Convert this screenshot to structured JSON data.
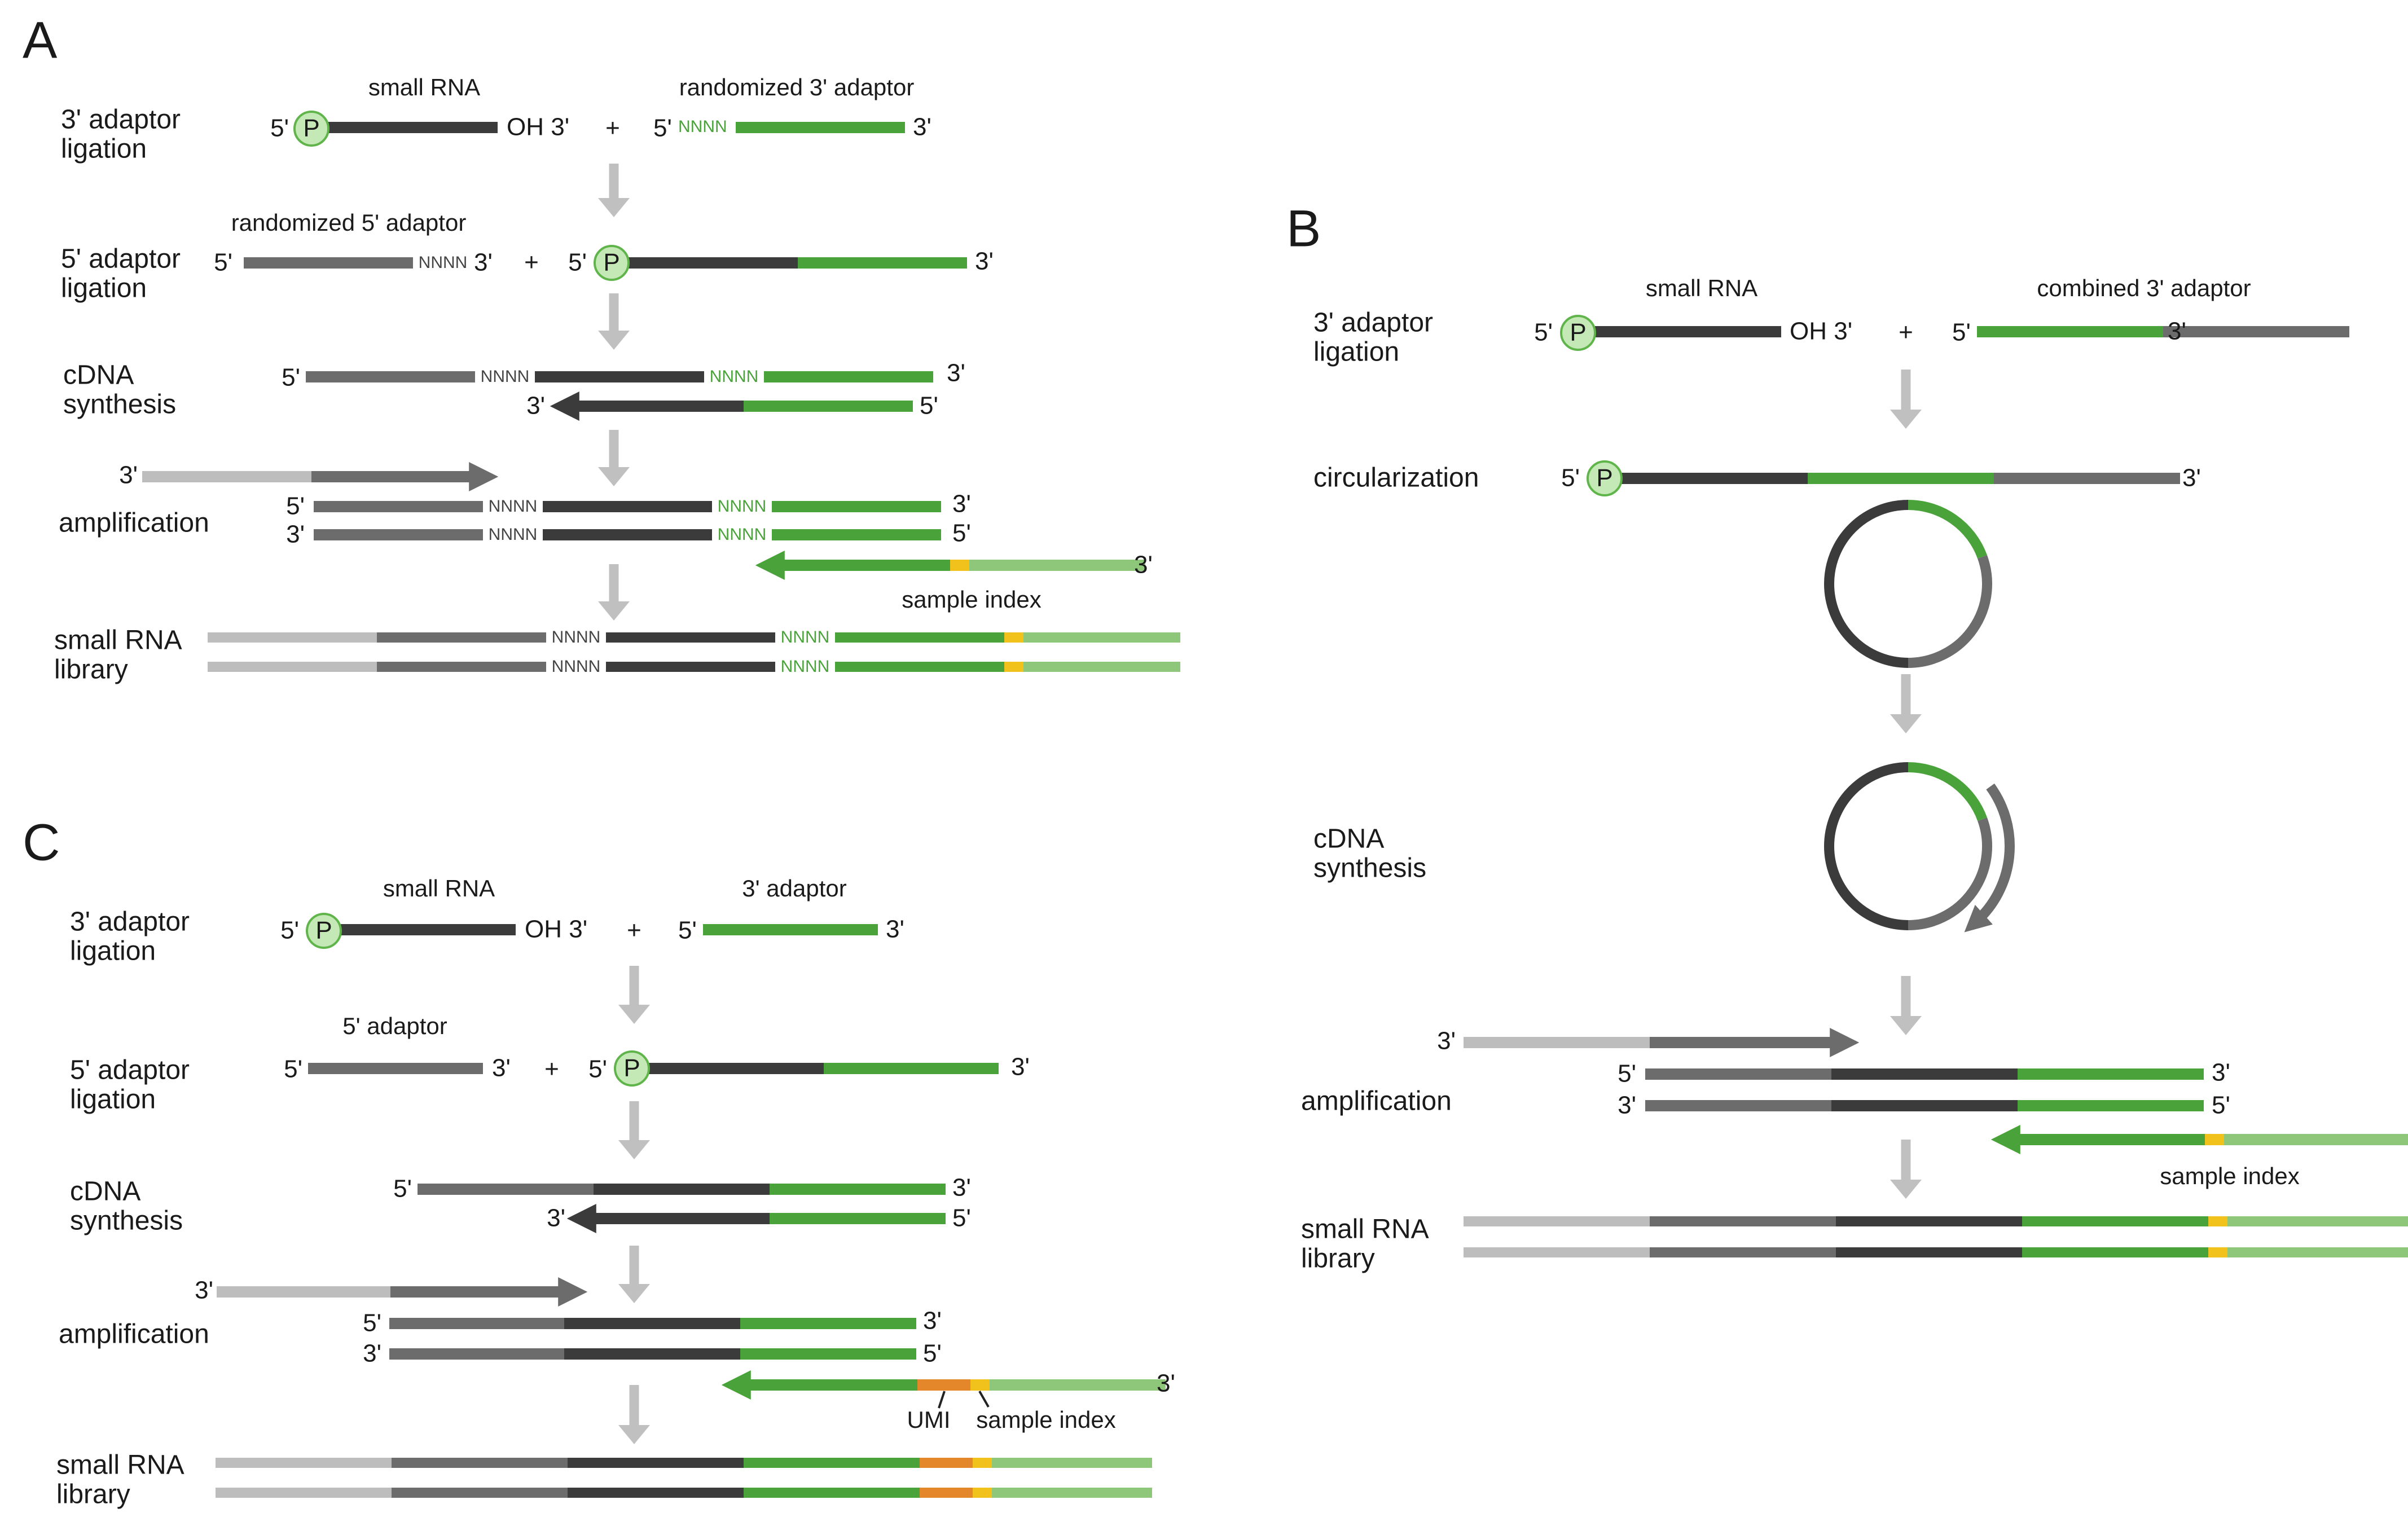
{
  "colors": {
    "rna": "#3b3b3b",
    "adaptor": "#4aa33a",
    "adaptor_light": "#8ec67a",
    "adaptor5": "#6c6c6c",
    "primer3": "#bdbdbd",
    "index": "#f1c21b",
    "umi": "#e4862a",
    "phosphate_fill": "#c4e8b6",
    "phosphate_stroke": "#5fb44a",
    "arrow": "#c0c0c0"
  },
  "ends": {
    "five": "5'",
    "three": "3'",
    "oh3": "OH 3'",
    "phosphate": "P",
    "plus": "+",
    "nnnn": "NNNN"
  },
  "panels": {
    "A": {
      "letter": "A",
      "steps": {
        "lig3": [
          "3' adaptor",
          "ligation"
        ],
        "lig5": [
          "5' adaptor",
          "ligation"
        ],
        "cdna": [
          "cDNA",
          "synthesis"
        ],
        "amp": [
          "amplification"
        ],
        "lib": [
          "small RNA",
          "library"
        ]
      },
      "labels": {
        "small_rna": "small RNA",
        "adaptor3": "randomized 3' adaptor",
        "adaptor5": "randomized 5' adaptor",
        "sample_index": "sample index"
      }
    },
    "B": {
      "letter": "B",
      "steps": {
        "lig3": [
          "3' adaptor",
          "ligation"
        ],
        "circ": [
          "circularization"
        ],
        "cdna": [
          "cDNA",
          "synthesis"
        ],
        "amp": [
          "amplification"
        ],
        "lib": [
          "small RNA",
          "library"
        ]
      },
      "labels": {
        "small_rna": "small RNA",
        "adaptor3": "combined 3' adaptor",
        "sample_index": "sample index"
      }
    },
    "C": {
      "letter": "C",
      "steps": {
        "lig3": [
          "3' adaptor",
          "ligation"
        ],
        "lig5": [
          "5' adaptor",
          "ligation"
        ],
        "cdna": [
          "cDNA",
          "synthesis"
        ],
        "amp": [
          "amplification"
        ],
        "lib": [
          "small RNA",
          "library"
        ]
      },
      "labels": {
        "small_rna": "small RNA",
        "adaptor3": "3' adaptor",
        "adaptor5": "5' adaptor",
        "umi": "UMI",
        "sample_index": "sample index"
      }
    }
  }
}
